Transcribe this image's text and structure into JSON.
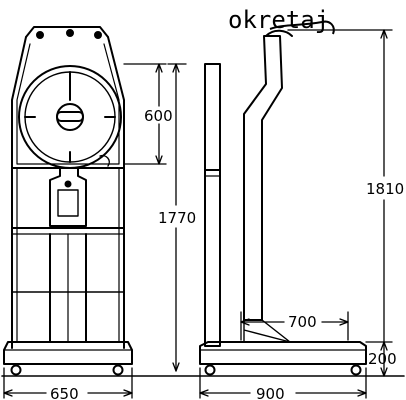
{
  "watermark": "okretaj",
  "dimensions": {
    "dial_height": "600",
    "overall_height_front": "1770",
    "overall_height_side": "1810",
    "platform_depth_inner": "700",
    "platform_height": "200",
    "width_front": "650",
    "depth_side": "900"
  }
}
